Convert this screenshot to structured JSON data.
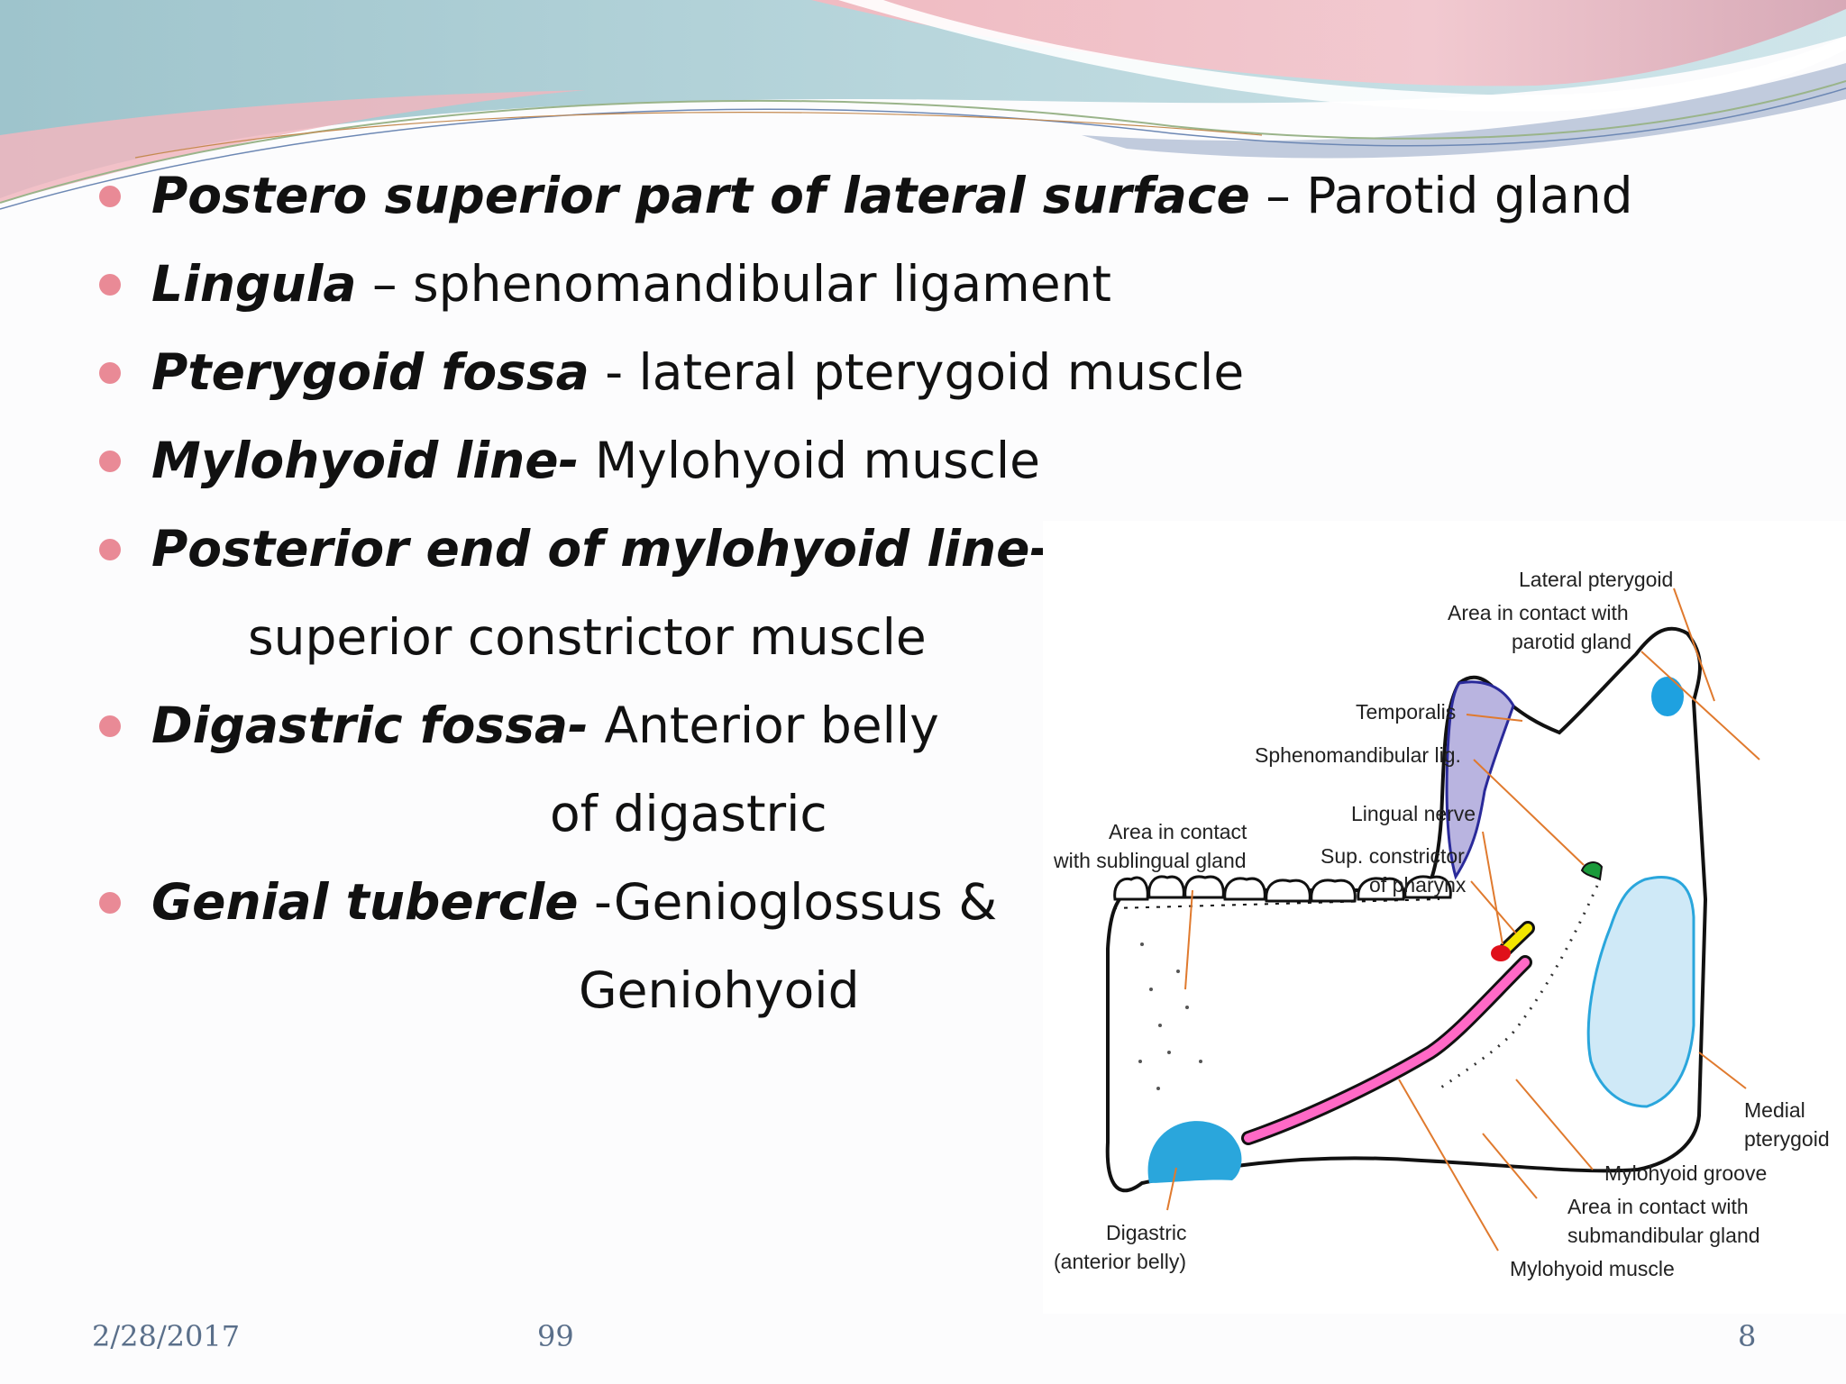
{
  "bullets": [
    {
      "term": "Postero superior part of lateral surface",
      "rest": " – Parotid gland"
    },
    {
      "term": "Lingula",
      "rest": " – sphenomandibular ligament"
    },
    {
      "term": "Pterygoid fossa",
      "rest": "  - lateral  pterygoid muscle"
    },
    {
      "term": "Mylohyoid line-",
      "rest": " Mylohyoid muscle"
    },
    {
      "term": "Posterior end of mylohyoid line-",
      "rest": "",
      "cont": "superior constrictor muscle"
    },
    {
      "term": "Digastric fossa-",
      "rest": " Anterior belly",
      "cont": "of digastric"
    },
    {
      "term": "Genial tubercle",
      "rest": " -Genioglossus &",
      "cont": "Geniohyoid"
    }
  ],
  "diagram_labels": {
    "lateral_pterygoid": "Lateral pterygoid",
    "parotid_area_1": "Area in contact with",
    "parotid_area_2": "parotid gland",
    "temporalis": "Temporalis",
    "sphenomandibular": "Sphenomandibular lig.",
    "lingual_nerve": "Lingual nerve",
    "sup_constrictor_1": "Sup. constrictor",
    "sup_constrictor_2": "of pharynx",
    "sublingual_1": "Area in contact",
    "sublingual_2": "with sublingual gland",
    "medial_pterygoid_1": "Medial",
    "medial_pterygoid_2": "pterygoid",
    "mylohyoid_groove": "Mylohyoid groove",
    "submandibular_1": "Area in contact with",
    "submandibular_2": "submandibular gland",
    "mylohyoid_muscle": "Mylohyoid muscle",
    "digastric_1": "Digastric",
    "digastric_2": "(anterior belly)"
  },
  "footer": {
    "date": "2/28/2017",
    "center": "99",
    "page": "8"
  },
  "colors": {
    "bullet": "#e98a96",
    "temporalis_fill": "#b9b4e0",
    "pterygoid_fill": "#1ea1e0",
    "medial_pterygoid_fill": "#cfe9f7",
    "digastric_fill": "#2aa6dc",
    "mylohyoid_line": "#ff69c6",
    "constrictor": "#f2e600",
    "lingual_nerve": "#e0101a",
    "sphenomandibular": "#1a9a3a",
    "leader": "#e07a2e"
  }
}
